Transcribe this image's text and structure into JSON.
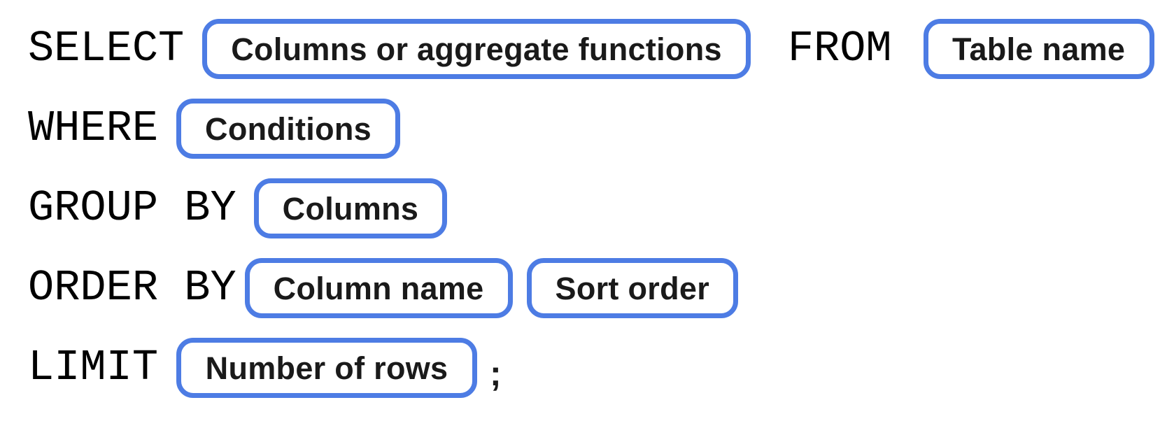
{
  "sql_diagram": {
    "description": "SQL query syntax diagram",
    "colors": {
      "pill_border": "#4D7CE4",
      "pill_background": "#FFFFFF",
      "keyword_text": "#000000",
      "pill_text": "#1A1A1A",
      "page_background": "#FFFFFF"
    },
    "rows": [
      {
        "segments": [
          {
            "kind": "keyword",
            "text": "SELECT"
          },
          {
            "kind": "pill",
            "text": "Columns or aggregate functions"
          },
          {
            "kind": "keyword",
            "text": "FROM"
          },
          {
            "kind": "pill",
            "text": "Table name"
          }
        ]
      },
      {
        "segments": [
          {
            "kind": "keyword",
            "text": "WHERE"
          },
          {
            "kind": "pill",
            "text": "Conditions"
          }
        ]
      },
      {
        "segments": [
          {
            "kind": "keyword",
            "text": "GROUP BY"
          },
          {
            "kind": "pill",
            "text": "Columns"
          }
        ]
      },
      {
        "segments": [
          {
            "kind": "keyword",
            "text": "ORDER BY"
          },
          {
            "kind": "pill",
            "text": "Column name"
          },
          {
            "kind": "pill",
            "text": "Sort order"
          }
        ]
      },
      {
        "segments": [
          {
            "kind": "keyword",
            "text": "LIMIT"
          },
          {
            "kind": "pill",
            "text": "Number of rows"
          },
          {
            "kind": "punctuation",
            "text": ";"
          }
        ]
      }
    ]
  }
}
